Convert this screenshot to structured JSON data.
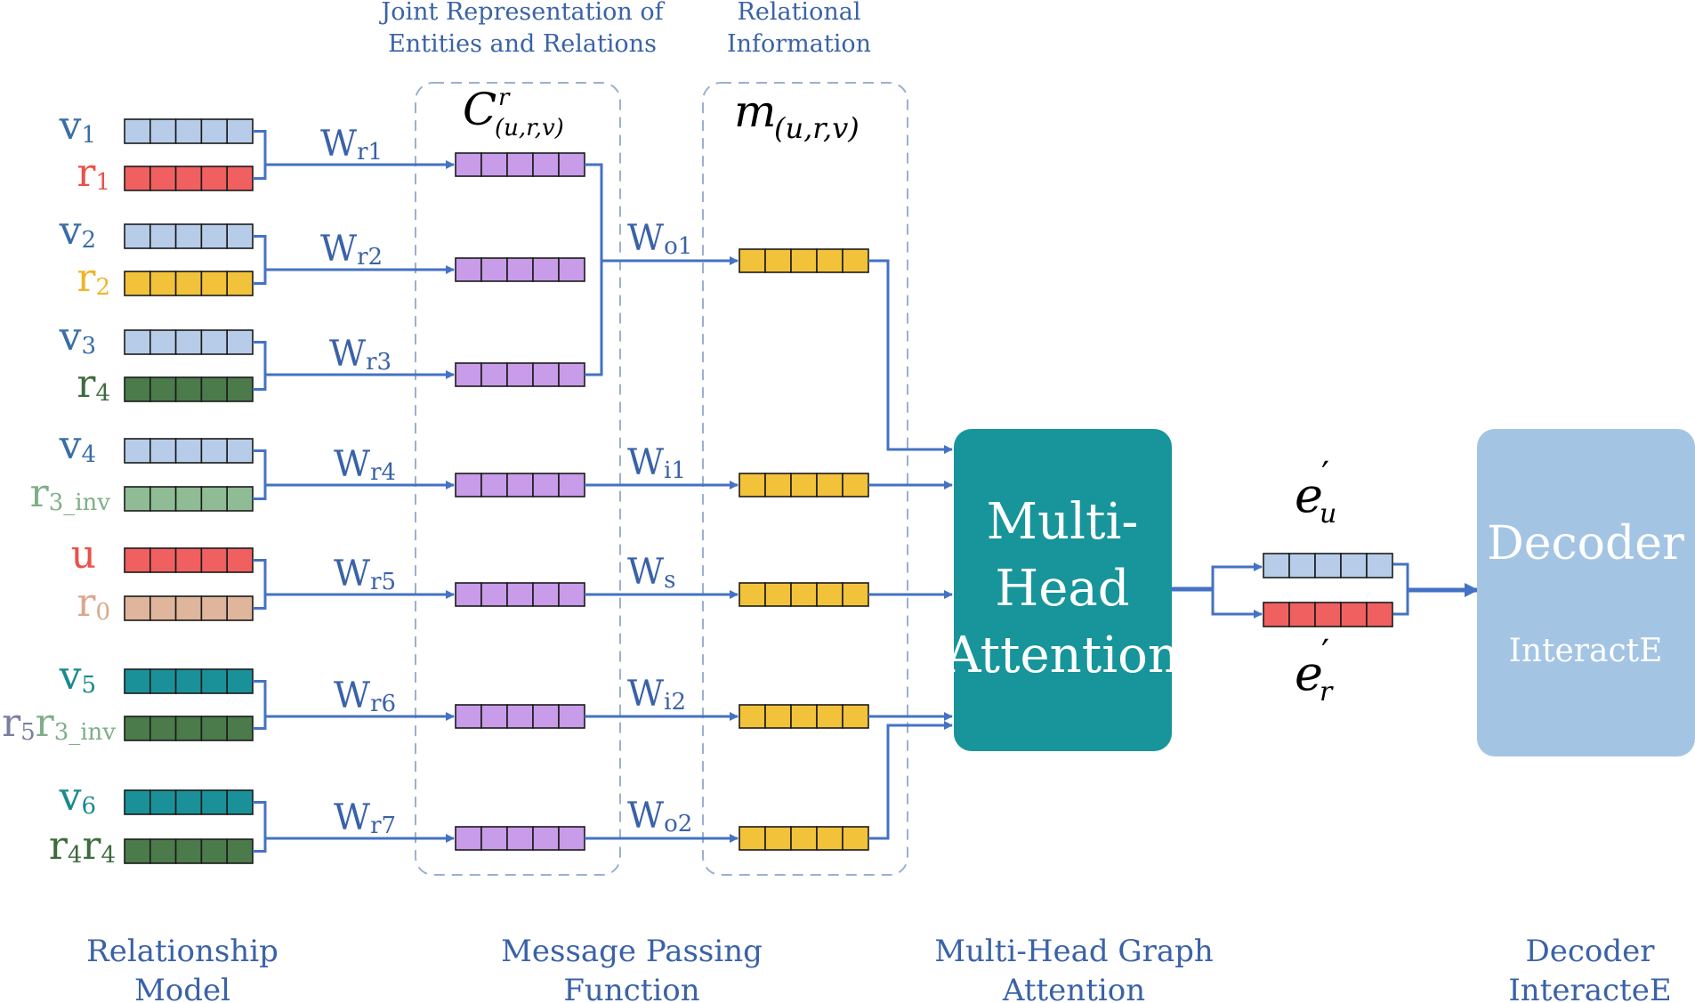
{
  "header_labels": {
    "joint_line1": "Joint Representation of",
    "joint_line2": "Entities and Relations",
    "relational_line1": "Relational",
    "relational_line2": "Information"
  },
  "math_labels": {
    "c_main": "C",
    "c_sup": "r",
    "c_sub": "(u,r,v)",
    "m_main": "m",
    "m_sub": "(u,r,v)",
    "eu_main": "e",
    "eu_sub": "u",
    "eu_prime": "′",
    "er_main": "e",
    "er_sub": "r",
    "er_prime": "′"
  },
  "input_rows": [
    {
      "id": "row1",
      "top": {
        "main": "v",
        "sub": "1",
        "color": "#3a6ea5",
        "cell_color": "#b7cce8"
      },
      "bottom": {
        "main": "r",
        "sub": "1",
        "color": "#e8524a",
        "cell_color": "#f06060"
      },
      "weight": {
        "main": "W",
        "sub": "r1"
      }
    },
    {
      "id": "row2",
      "top": {
        "main": "v",
        "sub": "2",
        "color": "#3a6ea5",
        "cell_color": "#b7cce8"
      },
      "bottom": {
        "main": "r",
        "sub": "2",
        "color": "#f0b429",
        "cell_color": "#f2c23a"
      },
      "weight": {
        "main": "W",
        "sub": "r2"
      }
    },
    {
      "id": "row3",
      "top": {
        "main": "v",
        "sub": "3",
        "color": "#3a6ea5",
        "cell_color": "#b7cce8"
      },
      "bottom": {
        "main": "r",
        "sub": "4",
        "color": "#3d6b3d",
        "cell_color": "#4b7a4b"
      },
      "weight": {
        "main": "W",
        "sub": "r3"
      }
    },
    {
      "id": "row4",
      "top": {
        "main": "v",
        "sub": "4",
        "color": "#3a6ea5",
        "cell_color": "#b7cce8"
      },
      "bottom": {
        "main": "r",
        "sub": "3_inv",
        "color": "#7fae88",
        "cell_color": "#8fbc95"
      },
      "weight": {
        "main": "W",
        "sub": "r4"
      }
    },
    {
      "id": "row5",
      "top": {
        "main": "u",
        "sub": "",
        "color": "#e8524a",
        "cell_color": "#f06060"
      },
      "bottom": {
        "main": "r",
        "sub": "0",
        "color": "#d9a88c",
        "cell_color": "#dfb59c"
      },
      "weight": {
        "main": "W",
        "sub": "r5"
      }
    },
    {
      "id": "row6",
      "top": {
        "main": "v",
        "sub": "5",
        "color": "#1a8a8a",
        "cell_color": "#1a9199"
      },
      "bottom": {
        "main": "r",
        "sub": "5",
        "color": "#7a7fa0",
        "cell_color": "#4b7a4b",
        "extra_main": "r",
        "extra_sub": "3_inv",
        "extra_color": "#7fae88"
      },
      "weight": {
        "main": "W",
        "sub": "r6"
      }
    },
    {
      "id": "row7",
      "top": {
        "main": "v",
        "sub": "6",
        "color": "#1a8a8a",
        "cell_color": "#1a9199"
      },
      "bottom": {
        "main": "r",
        "sub": "4",
        "color": "#3d6b3d",
        "cell_color": "#4b7a4b",
        "extra_main": "r",
        "extra_sub": "4",
        "extra_color": "#3d6b3d"
      },
      "weight": {
        "main": "W",
        "sub": "r7"
      }
    }
  ],
  "message_weights": [
    {
      "main": "W",
      "sub": "o1"
    },
    {
      "main": "W",
      "sub": "i1"
    },
    {
      "main": "W",
      "sub": "s"
    },
    {
      "main": "W",
      "sub": "i2"
    },
    {
      "main": "W",
      "sub": "o2"
    }
  ],
  "attention_block": {
    "line1": "Multi-",
    "line2": "Head",
    "line3": "Attention",
    "color": "#17959a"
  },
  "decoder_block": {
    "title": "Decoder",
    "subtitle": "InteractE",
    "color": "#a4c4e4"
  },
  "footer_labels": {
    "relationship_line1": "Relationship",
    "relationship_line2": "Model",
    "message_line1": "Message Passing",
    "message_line2": "Function",
    "graph_line1": "Multi-Head Graph",
    "graph_line2": "Attention",
    "decoder_line1": "Decoder",
    "decoder_line2": "InteracteE"
  },
  "colors": {
    "arrow": "#4472c4",
    "label_blue": "#3a62a8",
    "joint_cell": "#c89ce8",
    "message_cell": "#f2c23a",
    "eu_cell": "#b7cce8",
    "er_cell": "#f06060",
    "dashed": "#9ab0d0"
  }
}
